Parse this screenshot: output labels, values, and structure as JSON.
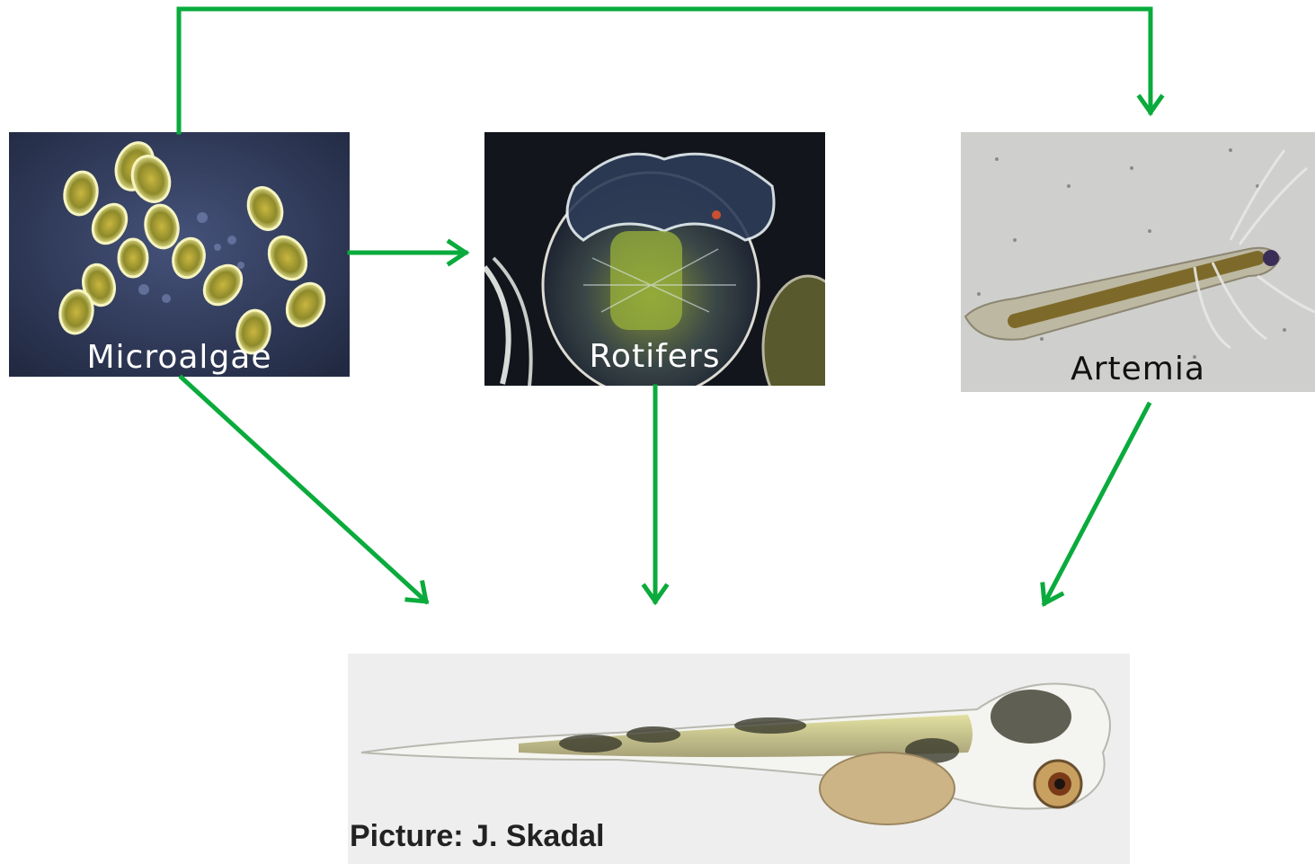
{
  "panels": {
    "microalgae": {
      "label": "Microalgae"
    },
    "rotifers": {
      "label": "Rotifers"
    },
    "artemia": {
      "label": "Artemia"
    },
    "larva": {
      "credit": "Picture: J. Skadal"
    }
  },
  "arrows": [
    {
      "from": "microalgae",
      "to": "artemia"
    },
    {
      "from": "microalgae",
      "to": "rotifers"
    },
    {
      "from": "microalgae",
      "to": "larva"
    },
    {
      "from": "rotifers",
      "to": "larva"
    },
    {
      "from": "artemia",
      "to": "larva"
    }
  ],
  "colors": {
    "arrow": "#0aab3c"
  }
}
